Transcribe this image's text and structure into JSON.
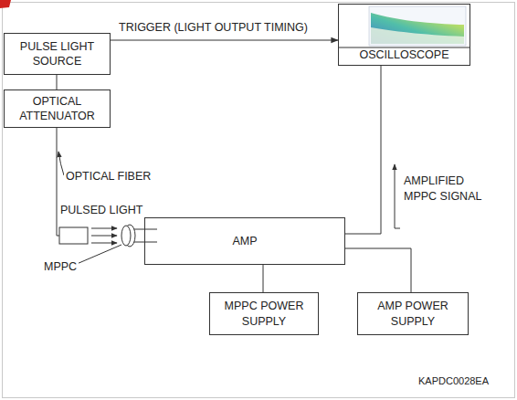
{
  "diagram": {
    "nodes": [
      {
        "text": [
          "PULSE LIGHT SOURCE"
        ]
      },
      {
        "text": [
          "OSCILLOSCOPE"
        ]
      },
      {
        "text": [
          "OPTICAL ATTENUATOR"
        ]
      },
      {
        "text": [
          "AMP"
        ]
      },
      {
        "text": [
          "MPPC POWER SUPPLY"
        ]
      },
      {
        "text": [
          "AMP POWER SUPPLY"
        ]
      }
    ],
    "edges": [
      {
        "from": 0,
        "to": 1,
        "arrow": "to",
        "label": "TRIGGER (LIGHT OUTPUT TIMING)"
      },
      {
        "from": 0,
        "to": 2,
        "arrow": "none"
      },
      {
        "from": 3,
        "to": 1,
        "arrow": "none",
        "label": "AMPLIFIED MPPC SIGNAL"
      },
      {
        "from": 3,
        "to": 4,
        "arrow": "none"
      },
      {
        "from": 3,
        "to": 5,
        "arrow": "none"
      }
    ],
    "labels": [
      "OPTICAL FIBER",
      "PULSED LIGHT",
      "MPPC",
      "KAPDC0028EA"
    ]
  }
}
